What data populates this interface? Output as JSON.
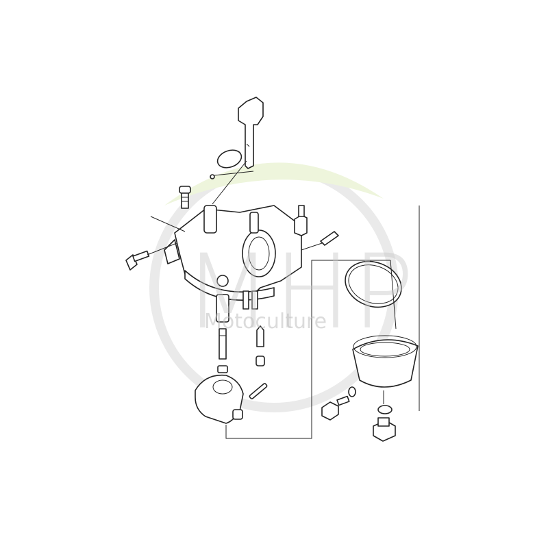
{
  "diagram": {
    "type": "exploded parts diagram",
    "subject": "carburetor",
    "watermark": {
      "brand": "MHP",
      "tagline": "Motoculture",
      "colors": {
        "ring_gray": "#e6e6e6",
        "leaf_green": "#eef5dc"
      }
    },
    "line_color": "#222222",
    "background": "#ffffff"
  }
}
